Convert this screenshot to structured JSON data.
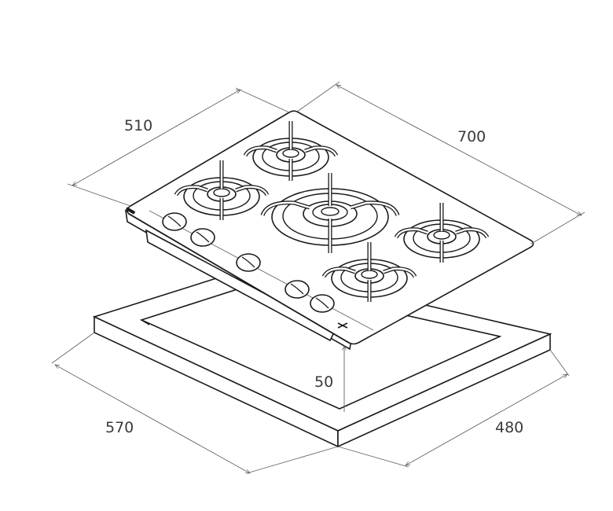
{
  "dimensions": {
    "width_top": "510",
    "depth_top": "700",
    "height": "50",
    "cutout_width": "570",
    "cutout_depth": "480"
  },
  "colors": {
    "line": "#1a1a1a",
    "dimension_line": "#666666",
    "label": "#3a3a3a",
    "background": "#ffffff"
  }
}
